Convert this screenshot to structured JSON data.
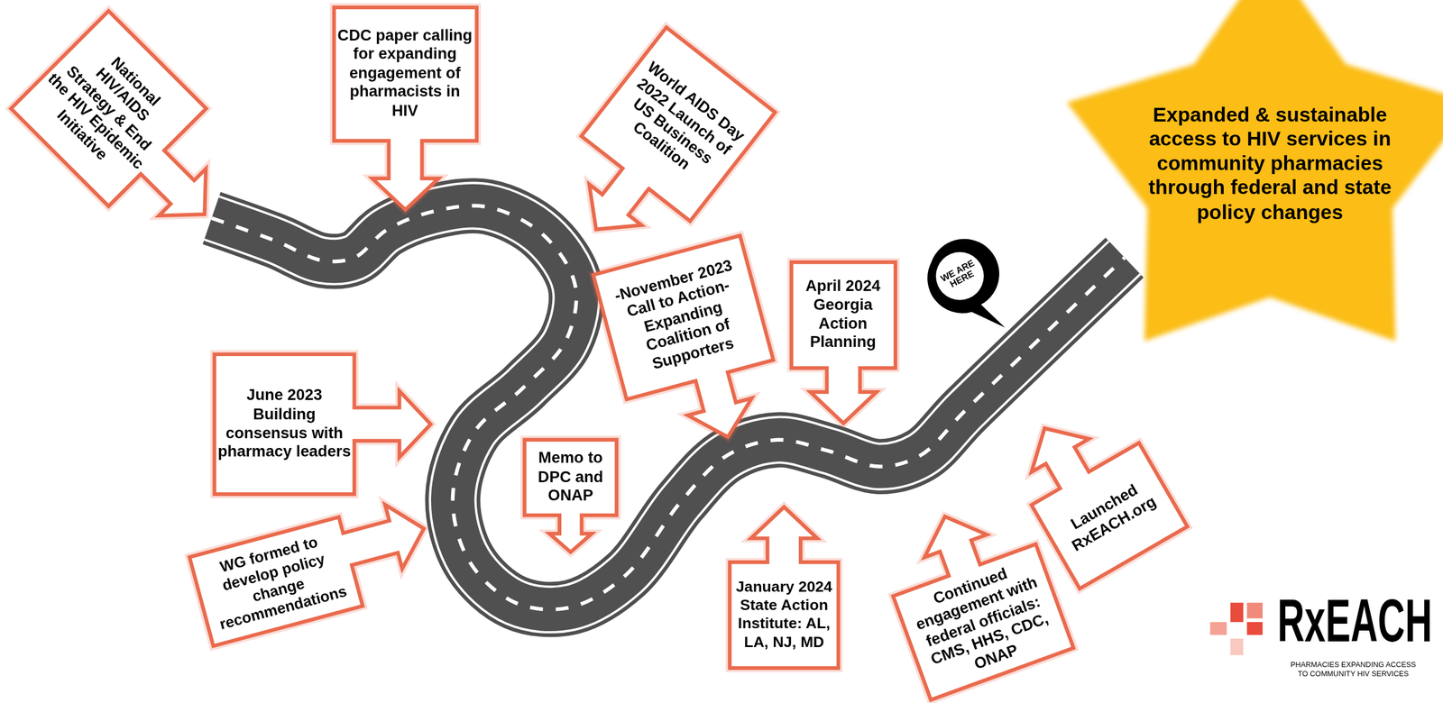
{
  "diagram": {
    "nodes": [
      {
        "text": [
          "National HIV/AIDS Strategy & End the HIV Epidemic Initiative"
        ]
      },
      {
        "text": [
          "CDC paper calling for expanding engagement of pharmacists in HIV"
        ]
      },
      {
        "text": [
          "World AIDS Day 2022 Launch of US Business Coalition"
        ]
      },
      {
        "text": [
          "June 2023 Building consensus with pharmacy leaders"
        ]
      },
      {
        "text": [
          "WG formed to develop policy change recommendations"
        ]
      },
      {
        "text": [
          "Memo to DPC and ONAP"
        ]
      },
      {
        "text": [
          "-November 2023 Call to Action- Expanding Coalition of Supporters"
        ]
      },
      {
        "text": [
          "January 2024 State Action Institute: AL, LA, NJ, MD"
        ]
      },
      {
        "text": [
          "April 2024 Georgia Action Planning"
        ]
      },
      {
        "text": [
          "Continued engagement with federal officials: CMS, HHS, CDC, ONAP"
        ]
      },
      {
        "text": [
          "Launched RxEACH.org"
        ]
      },
      {
        "text": [
          "Expanded & sustainable access to HIV services in community pharmacies through federal and state policy changes"
        ]
      }
    ],
    "labels": [
      "WE ARE HERE",
      "RxEACH",
      "PHARMACIES EXPANDING ACCESS TO COMMUNITY HIV SERVICES"
    ]
  }
}
